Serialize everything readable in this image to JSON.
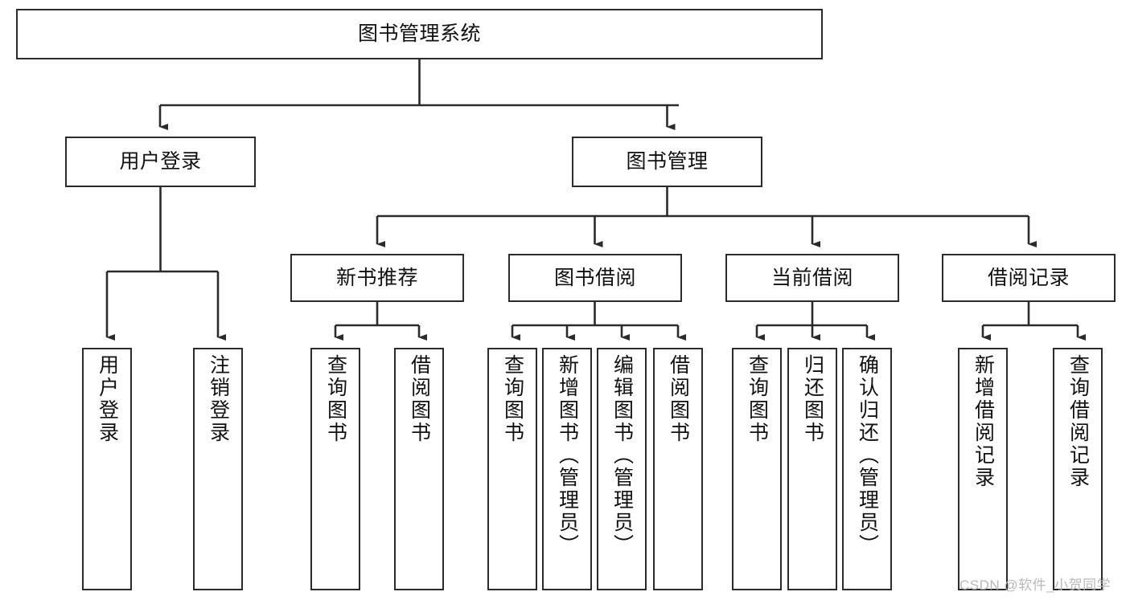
{
  "diagram": {
    "title_node": {
      "label": "图书管理系统"
    },
    "level2": [
      {
        "id": "user-login",
        "label": "用户登录"
      },
      {
        "id": "book-manage",
        "label": "图书管理"
      }
    ],
    "level3": [
      {
        "id": "new-book-recommend",
        "label": "新书推荐"
      },
      {
        "id": "book-borrow",
        "label": "图书借阅"
      },
      {
        "id": "current-borrow",
        "label": "当前借阅"
      },
      {
        "id": "borrow-record",
        "label": "借阅记录"
      }
    ],
    "leaves": [
      {
        "id": "leaf-user-login",
        "label": "用户登录"
      },
      {
        "id": "leaf-logout-login",
        "label": "注销登录"
      },
      {
        "id": "leaf-query-book-1",
        "label": "查询图书"
      },
      {
        "id": "leaf-borrow-book-1",
        "label": "借阅图书"
      },
      {
        "id": "leaf-query-book-2",
        "label": "查询图书"
      },
      {
        "id": "leaf-add-book-admin",
        "label": "新增图书（管理员）"
      },
      {
        "id": "leaf-edit-book-admin",
        "label": "编辑图书（管理员）"
      },
      {
        "id": "leaf-borrow-book-2",
        "label": "借阅图书"
      },
      {
        "id": "leaf-query-book-3",
        "label": "查询图书"
      },
      {
        "id": "leaf-return-book",
        "label": "归还图书"
      },
      {
        "id": "leaf-confirm-return-admin",
        "label": "确认归还（管理员）"
      },
      {
        "id": "leaf-add-borrow-record",
        "label": "新增借阅记录"
      },
      {
        "id": "leaf-query-borrow-record",
        "label": "查询借阅记录"
      }
    ]
  },
  "watermark": {
    "text": "CSDN @软件_小贺同学"
  },
  "colors": {
    "border": "#2b2b2b",
    "text": "#111111",
    "background": "#ffffff",
    "watermark": "#b9b9b9"
  }
}
